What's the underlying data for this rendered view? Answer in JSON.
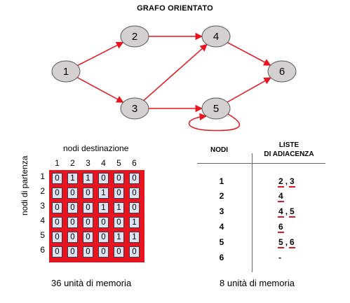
{
  "graph": {
    "title": "GRAFO ORIENTATO",
    "nodes": [
      "1",
      "2",
      "3",
      "4",
      "5",
      "6"
    ],
    "edges": [
      [
        "1",
        "2"
      ],
      [
        "1",
        "3"
      ],
      [
        "2",
        "4"
      ],
      [
        "3",
        "4"
      ],
      [
        "3",
        "5"
      ],
      [
        "4",
        "6"
      ],
      [
        "5",
        "6"
      ],
      [
        "5",
        "5"
      ]
    ],
    "colors": {
      "node_fill": "#d4d0d0",
      "node_stroke": "#555555",
      "edge": "#e8141f"
    }
  },
  "matrix": {
    "top_label": "nodi destinazione",
    "side_label": "nodi di partenza",
    "col_headers": [
      "1",
      "2",
      "3",
      "4",
      "5",
      "6"
    ],
    "row_headers": [
      "1",
      "2",
      "3",
      "4",
      "5",
      "6"
    ],
    "rows": [
      [
        "0",
        "1",
        "1",
        "0",
        "0",
        "0"
      ],
      [
        "0",
        "0",
        "0",
        "1",
        "0",
        "0"
      ],
      [
        "0",
        "0",
        "0",
        "1",
        "1",
        "0"
      ],
      [
        "0",
        "0",
        "0",
        "0",
        "0",
        "1"
      ],
      [
        "0",
        "0",
        "0",
        "0",
        "1",
        "1"
      ],
      [
        "0",
        "0",
        "0",
        "0",
        "0",
        "0"
      ]
    ],
    "caption": "36 unità di memoria"
  },
  "lists": {
    "nodes_header": "NODI",
    "lists_header_line1": "LISTE",
    "lists_header_line2": "DI ADIACENZA",
    "entries": [
      {
        "node": "1",
        "adj": [
          "2",
          "3"
        ],
        "empty": ""
      },
      {
        "node": "2",
        "adj": [
          "4"
        ],
        "empty": ""
      },
      {
        "node": "3",
        "adj": [
          "4",
          "5"
        ],
        "empty": ""
      },
      {
        "node": "4",
        "adj": [
          "6"
        ],
        "empty": ""
      },
      {
        "node": "5",
        "adj": [
          "5",
          "6"
        ],
        "empty": ""
      },
      {
        "node": "6",
        "adj": [],
        "empty": "-"
      }
    ],
    "separator": ",",
    "caption": "8 unità di memoria"
  }
}
